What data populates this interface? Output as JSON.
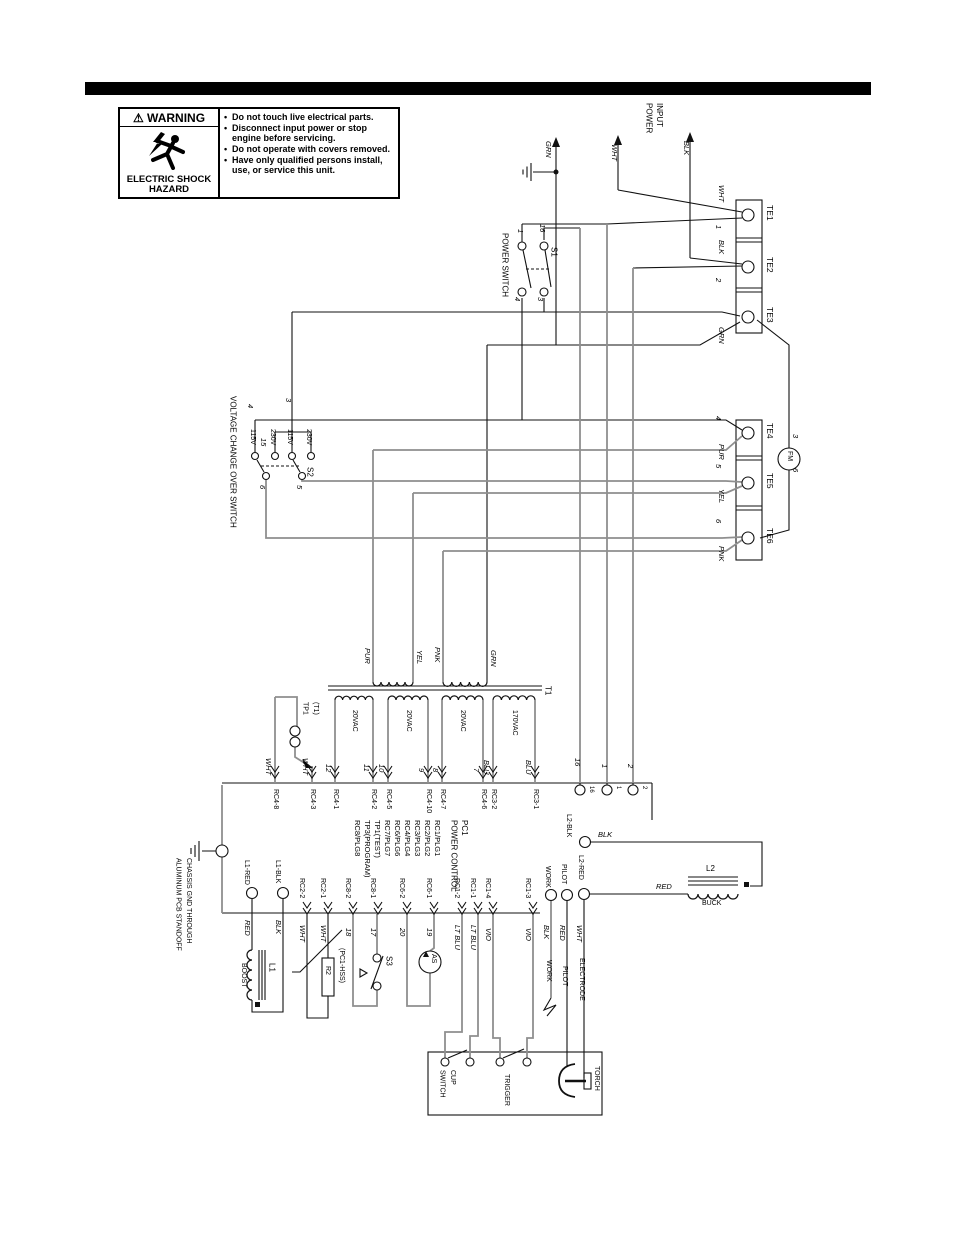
{
  "warning": {
    "symbol": "⚠",
    "title": "WARNING",
    "hazard": "ELECTRIC\nSHOCK HAZARD",
    "bullets": [
      "Do not touch live electrical parts.",
      "Disconnect input power or stop\nengine before servicing.",
      "Do not operate with covers removed.",
      "Have only qualified persons install,\nuse, or service this unit."
    ]
  },
  "input_power": {
    "title": "INPUT\nPOWER",
    "ground_wire": "GRN",
    "wire1": "WHT",
    "wire2": "BLK"
  },
  "terminal_strip": {
    "te1": "TE1",
    "te2": "TE2",
    "te3": "TE3",
    "te4": "TE4",
    "te5": "TE5",
    "te6": "TE6",
    "te1_wire": "WHT",
    "te1_num": "1",
    "te2_wire": "BLK",
    "te2_num": "2",
    "te3_wire": "GRN",
    "te4_wire": "PUR",
    "te4_num": "4",
    "te5_wire": "YEL",
    "te5_num": "5",
    "te6_wire": "PNK",
    "te6_num": "6"
  },
  "fan_motor": {
    "name": "FM",
    "wire_top": "3",
    "wire_bottom": "6"
  },
  "power_switch": {
    "title": "POWER SWITCH",
    "name": "S1",
    "c1": "1",
    "c16": "16",
    "c4": "4",
    "c3": "3"
  },
  "voltage_switch": {
    "title": "VOLTAGE CHANGE OVER SWITCH",
    "name": "S2",
    "pos1": "115V",
    "pos2": "230V",
    "pos3": "115V",
    "pos4": "230V",
    "w3": "3",
    "w4": "4",
    "w15": "15",
    "w6": "6",
    "w5": "5"
  },
  "transformer": {
    "name": "T1",
    "thermal": "(T1)\nTP1",
    "pri1": "PUR",
    "pri2": "YEL",
    "pri3": "PNK",
    "pri4": "GRN",
    "sec1": "20VAC",
    "sec2": "20VAC",
    "sec3": "20VAC",
    "sec4": "170VAC"
  },
  "pc1": {
    "title": "PC1\nPOWER CONTROL",
    "plug_list": "RC1/PLG1\nRC2/PLG2\nRC3/PLG3\nRC4/PLG4\nRC6/PLG6\nRC7/PLG7\nTP1(TEST)\nTP3(PROGRAM)\nRC8/PLG8",
    "top_connectors": [
      {
        "id": "RC4-8",
        "wire": "WHT"
      },
      {
        "id": "RC4-3",
        "wire": "WHT"
      },
      {
        "id": "RC4-1",
        "wire": "12"
      },
      {
        "id": "RC4-2",
        "wire": "11"
      },
      {
        "id": "RC4-5",
        "wire": "10"
      },
      {
        "id": "RC4-10",
        "wire": "9"
      },
      {
        "id": "RC4-7",
        "wire": "8"
      },
      {
        "id": "RC4-6",
        "wire": "7"
      },
      {
        "id": "RC3-2",
        "wire": "BLU"
      },
      {
        "id": "RC3-1",
        "wire": "BLU"
      }
    ],
    "bottom_connectors": [
      {
        "id": "RC2-2",
        "wire": "WHT"
      },
      {
        "id": "RC2-1",
        "wire": "WHT"
      },
      {
        "id": "RC8-2",
        "wire": "18"
      },
      {
        "id": "RC8-1",
        "wire": "17"
      },
      {
        "id": "RC6-2",
        "wire": "20"
      },
      {
        "id": "RC6-1",
        "wire": "19"
      },
      {
        "id": "RC1-2",
        "wire": "LT BLU"
      },
      {
        "id": "RC1-1",
        "wire": "LT BLU"
      },
      {
        "id": "RC1-4",
        "wire": "VIO"
      },
      {
        "id": "RC1-3",
        "wire": "VIO"
      }
    ],
    "terminals": {
      "t16": "16",
      "t1": "1",
      "t2": "2",
      "l1_red": "L1-RED",
      "l1_blk": "L1-BLK",
      "l2_blk": "L2-BLK",
      "l2_red": "L2-RED",
      "pilot": "PILOT",
      "work": "WORK"
    },
    "chassis_note": "CHASSIS GND THROUGH\nALUMINUM PCB STANDOFF"
  },
  "l1": {
    "name": "L1",
    "type": "BOOST",
    "wire_red": "RED",
    "wire_blk": "BLK"
  },
  "l2": {
    "name": "L2",
    "type": "BUCK",
    "wire_red": "RED",
    "wire_blk": "BLK"
  },
  "r2": {
    "name": "R2",
    "note": "(PC1-HSS)"
  },
  "s3": {
    "name": "S3"
  },
  "gas_valve": {
    "name": "AS"
  },
  "outputs": {
    "work": "WORK",
    "pilot": "PILOT",
    "electrode": "ELECTRODE",
    "work_wire": "BLK",
    "pilot_wire": "RED",
    "electrode_wire": "WHT"
  },
  "torch": {
    "name": "TORCH",
    "cup_switch": "CUP\nSWITCH",
    "trigger": "TRIGGER"
  }
}
